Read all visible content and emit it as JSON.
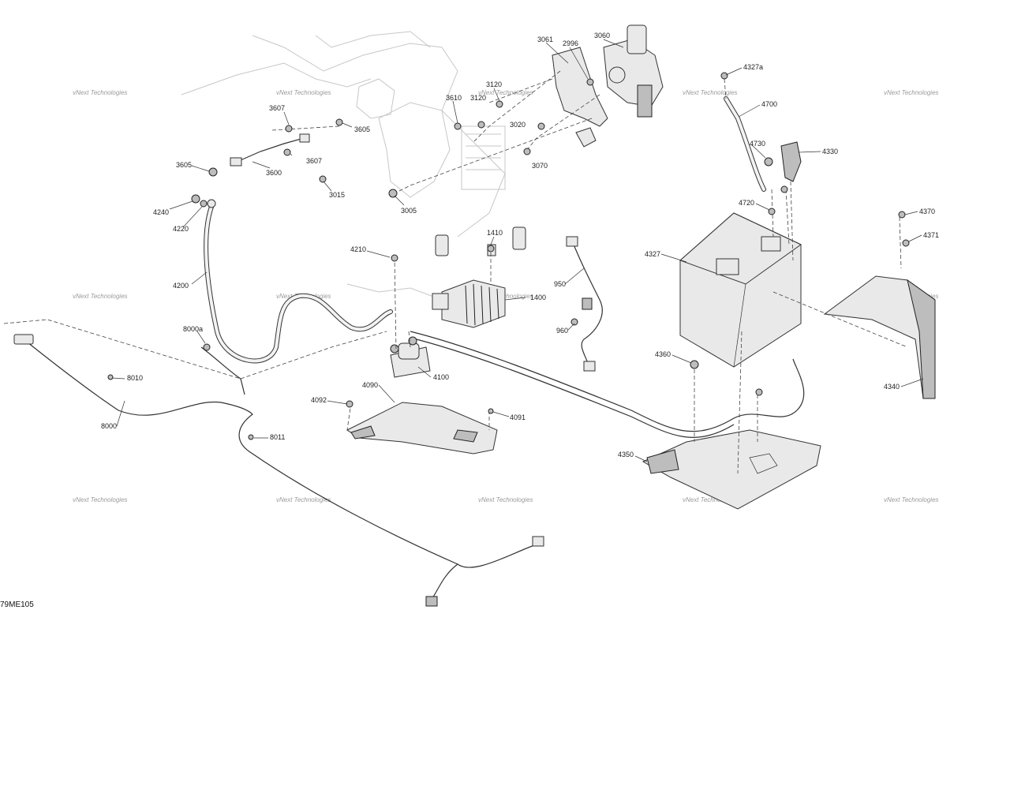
{
  "figure_code": "79ME105",
  "watermark": "vNext Technologies",
  "callouts": {
    "c3061": "3061",
    "c2996": "2996",
    "c3060": "3060",
    "c3120a": "3120",
    "c3120b": "3120",
    "c3610": "3610",
    "c3020": "3020",
    "c3070": "3070",
    "c3607a": "3607",
    "c3605a": "3605",
    "c3605b": "3605",
    "c3607b": "3607",
    "c3600": "3600",
    "c3015": "3015",
    "c3005": "3005",
    "c4240": "4240",
    "c4220": "4220",
    "c4200": "4200",
    "c4210": "4210",
    "c1410": "1410",
    "c1400": "1400",
    "c950": "950",
    "c960": "960",
    "c4100": "4100",
    "c4090": "4090",
    "c4092": "4092",
    "c4091": "4091",
    "c8000a": "8000a",
    "c8010": "8010",
    "c8000": "8000",
    "c8011": "8011",
    "c4327a": "4327a",
    "c4700": "4700",
    "c4730": "4730",
    "c4330": "4330",
    "c4720": "4720",
    "c4327": "4327",
    "c4360": "4360",
    "c4350": "4350",
    "c4370": "4370",
    "c4371": "4371",
    "c4340": "4340"
  }
}
